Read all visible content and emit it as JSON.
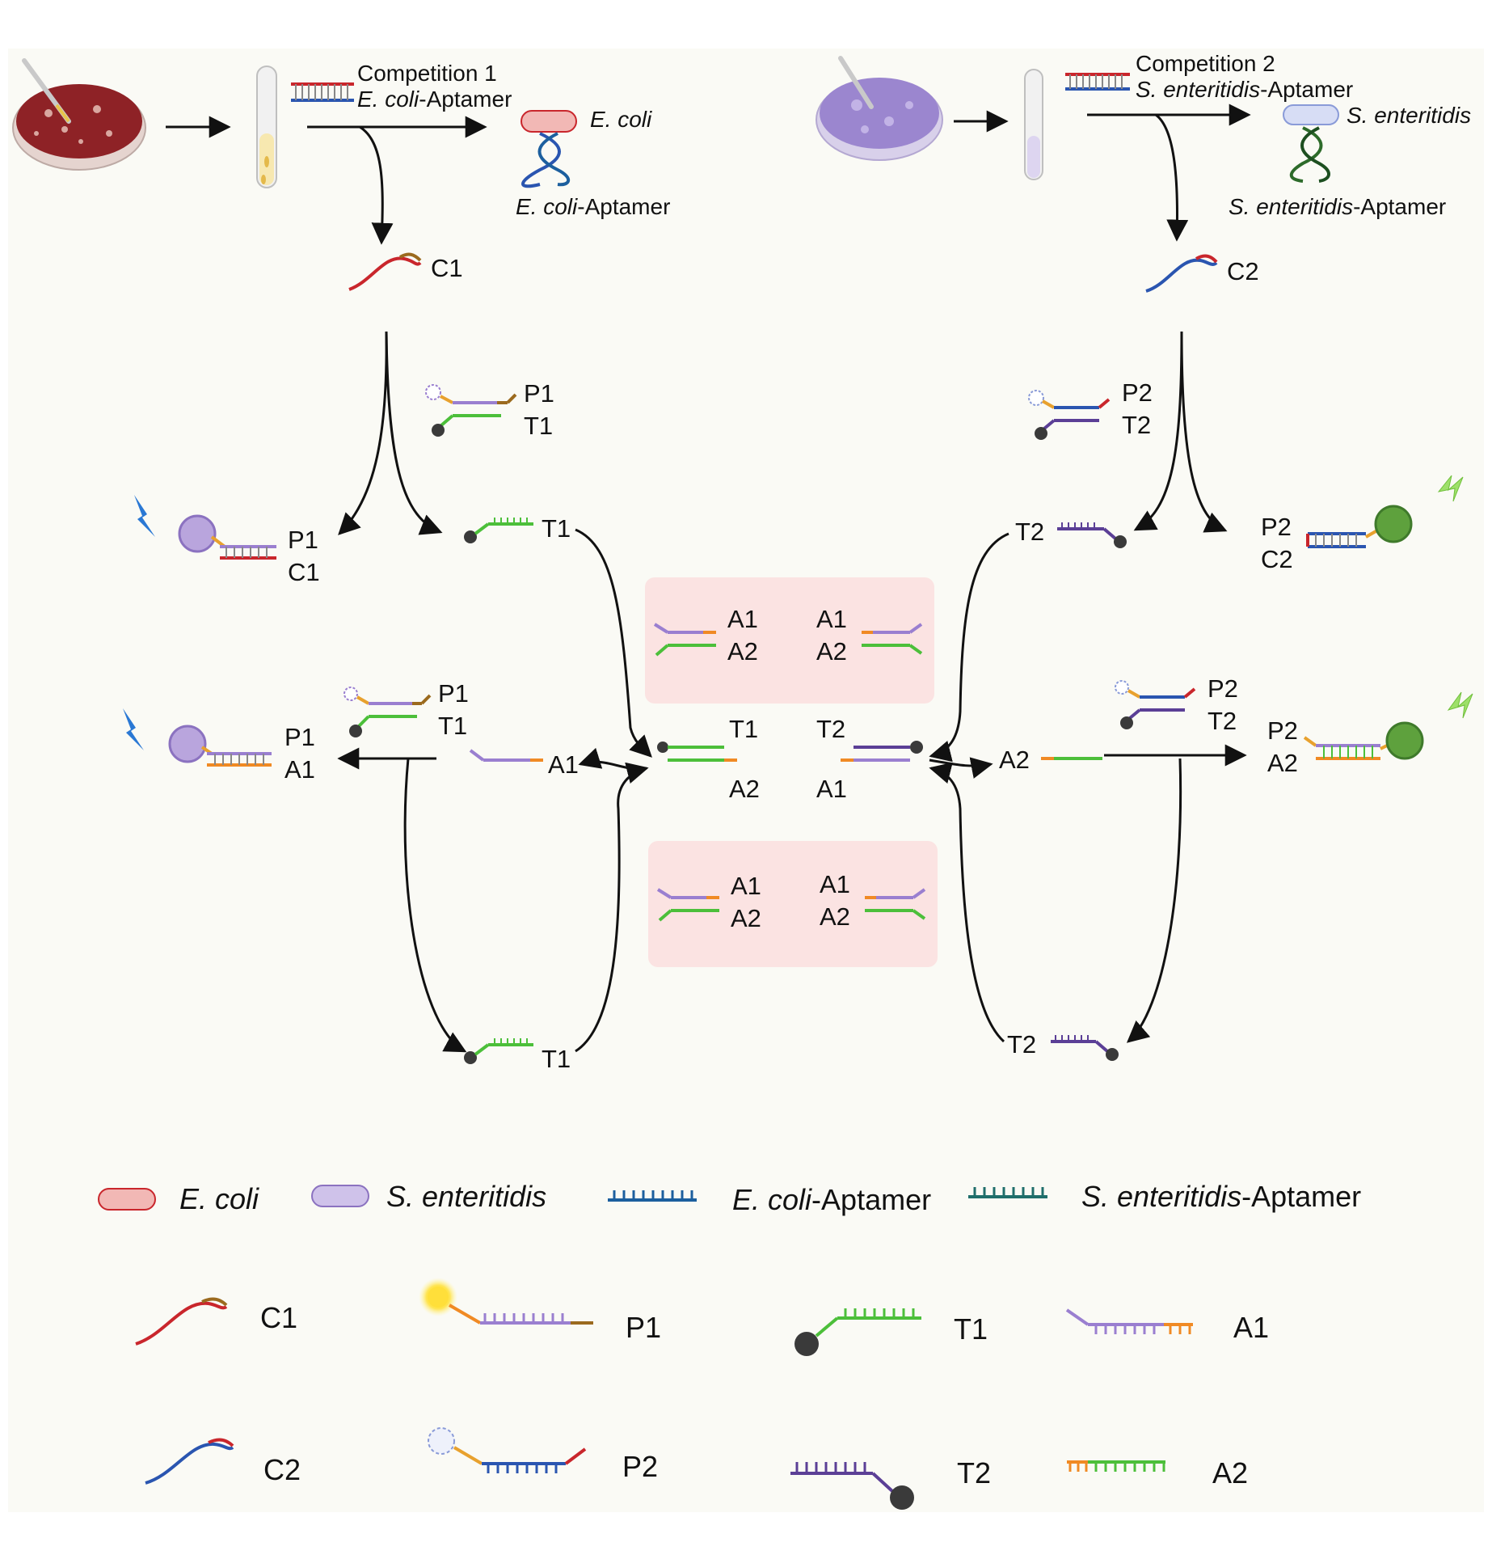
{
  "colors": {
    "background": "#fafaf5",
    "ecoli_plate": "#8e2226",
    "salmonella_plate": "#9b86cf",
    "red_strand": "#c9262c",
    "brown": "#9b6a1e",
    "blue_strand": "#2a55b0",
    "purple_strand": "#9a7fd0",
    "dark_purple": "#5b3f96",
    "green_strand": "#4cbf3a",
    "orange": "#f08a24",
    "teal": "#1f6e6b",
    "aptamer_blue": "#1c5f9e",
    "pink_box": "#fbe3e2",
    "green_fluor": "#5ea13d",
    "purple_fluor": "#b9a5dd",
    "bolt_blue": "#2a78d4",
    "bolt_green": "#9ee06a"
  },
  "top": {
    "competition1": "Competition 1",
    "ecoli_aptamer_italic": "E. coli",
    "aptamer_suffix": "-Aptamer",
    "ecoli": "E. coli",
    "competition2": "Competition 2",
    "senteritidis_italic": "S. enteritidis",
    "senteritidis": "S. enteritidis",
    "c1": "C1",
    "c2": "C2"
  },
  "labels": {
    "p1": "P1",
    "t1": "T1",
    "p2": "P2",
    "t2": "T2",
    "c1": "C1",
    "c2": "C2",
    "a1": "A1",
    "a2": "A2"
  },
  "legend": {
    "ecoli": "E. coli",
    "senteritidis": "S. enteritidis",
    "ecoli_aptamer_italic": "E. coli",
    "aptamer_suffix": "-Aptamer",
    "senteritidis_aptamer_italic": "S. enteritidis",
    "c1": "C1",
    "p1": "P1",
    "t1": "T1",
    "a1": "A1",
    "c2": "C2",
    "p2": "P2",
    "t2": "T2",
    "a2": "A2"
  }
}
